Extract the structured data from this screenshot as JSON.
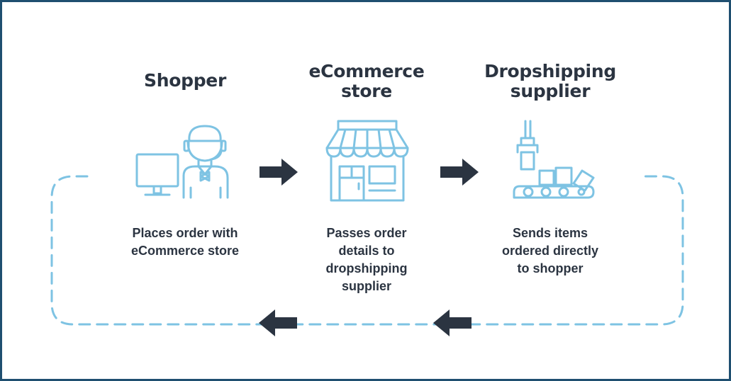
{
  "steps": [
    {
      "title_lines": [
        "Shopper"
      ],
      "icon": "shopper-computer-icon",
      "desc_lines": [
        "Places order with",
        "eCommerce store"
      ]
    },
    {
      "title_lines": [
        "eCommerce",
        "store"
      ],
      "icon": "storefront-icon",
      "desc_lines": [
        "Passes order",
        "details to",
        "dropshipping",
        "supplier"
      ]
    },
    {
      "title_lines": [
        "Dropshipping",
        "supplier"
      ],
      "icon": "conveyor-belt-icon",
      "desc_lines": [
        "Sends items",
        "ordered directly",
        "to shopper"
      ]
    }
  ],
  "colors": {
    "border": "#1f4f70",
    "icon": "#7ec3e3",
    "arrow": "#2b3441",
    "text": "#2b3441"
  }
}
